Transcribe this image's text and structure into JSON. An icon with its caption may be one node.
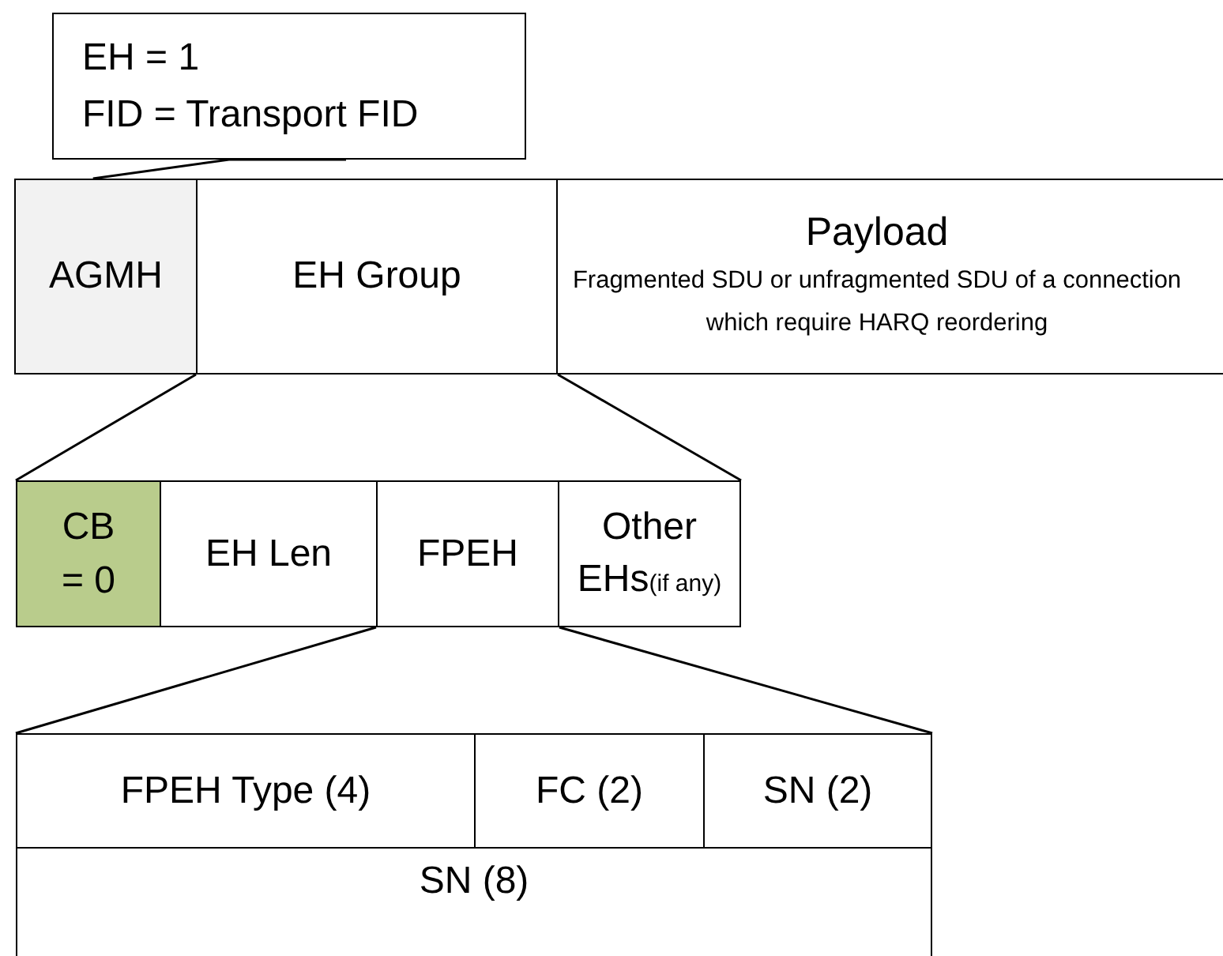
{
  "diagram": {
    "nodes": [
      {
        "text": [
          "EH = 1",
          "FID = Transport FID"
        ]
      },
      {
        "text": [
          "AGMH"
        ]
      },
      {
        "text": [
          "EH Group"
        ]
      },
      {
        "text": [
          "Payload",
          "Fragmented SDU or unfragmented SDU of a connection which require HARQ reordering"
        ]
      },
      {
        "text": [
          "CB = 0"
        ]
      },
      {
        "text": [
          "EH Len"
        ]
      },
      {
        "text": [
          "FPEH"
        ]
      },
      {
        "text": [
          "Other EHs",
          "(if any)"
        ]
      },
      {
        "text": [
          "FPEH Type (4)"
        ]
      },
      {
        "text": [
          "FC (2)"
        ]
      },
      {
        "text": [
          "SN (2)"
        ]
      },
      {
        "text": [
          "SN (8)"
        ]
      }
    ],
    "edges": [
      {
        "from": 0,
        "to": 1,
        "arrow": "none"
      },
      {
        "from": 2,
        "to": 4,
        "arrow": "none"
      },
      {
        "from": 2,
        "to": 7,
        "arrow": "none"
      },
      {
        "from": 6,
        "to": 8,
        "arrow": "none"
      },
      {
        "from": 6,
        "to": 10,
        "arrow": "none"
      }
    ]
  }
}
